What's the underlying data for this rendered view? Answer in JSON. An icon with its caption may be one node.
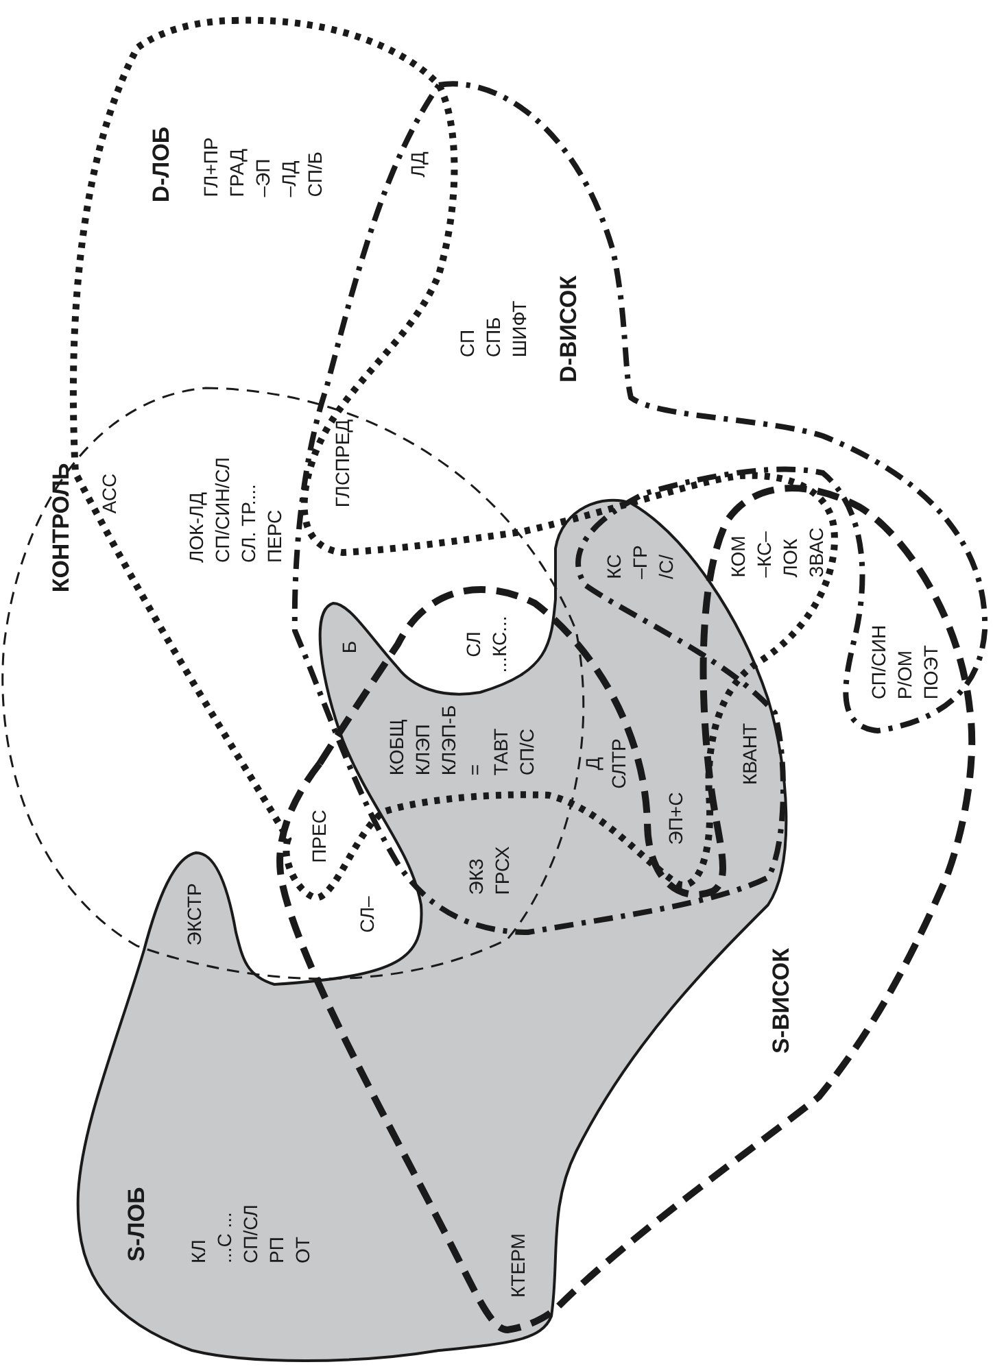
{
  "diagram": {
    "nodes": [
      {
        "text": [
          "S-ЛОБ"
        ]
      },
      {
        "text": [
          "КОНТРОЛЬ"
        ]
      },
      {
        "text": [
          "D-ЛОБ"
        ]
      },
      {
        "text": [
          "D-ВИСОК"
        ]
      },
      {
        "text": [
          "S-ВИСОК"
        ]
      }
    ],
    "labels": [
      "ГЛ+ПР",
      "ГРАД",
      "–ЭП",
      "–ЛД",
      "СП/Б",
      "ЛД",
      "СП",
      "СПБ",
      "ШИФТ",
      "ГЛСПРЕД",
      "АСС",
      "ЛОК-ЛД",
      "СП/СИН/СЛ",
      "СЛ. ТР....",
      "ПЕРС",
      "КОМ",
      "–КС–",
      "ЛОК",
      "ЗВАС",
      "КС",
      "–ГР",
      "/С/",
      "СЛ",
      "...КС...",
      "Б",
      "СП/СИН",
      "Р/ОМ",
      "ПОЭТ",
      "КОБЩ",
      "КЛЭП",
      "КЛЭП-Б",
      "=",
      "ТАВТ",
      "СП/С",
      "КВАНТ",
      "Д",
      "СЛТР",
      "ПРЕС",
      "ЭП+С",
      "ЭКЗ",
      "ГРСХ",
      "СЛ–",
      "ЭКСТР",
      "КЛ",
      "...С ...",
      "СП/СЛ",
      "РП",
      "ОТ",
      "КТЕРМ"
    ]
  }
}
